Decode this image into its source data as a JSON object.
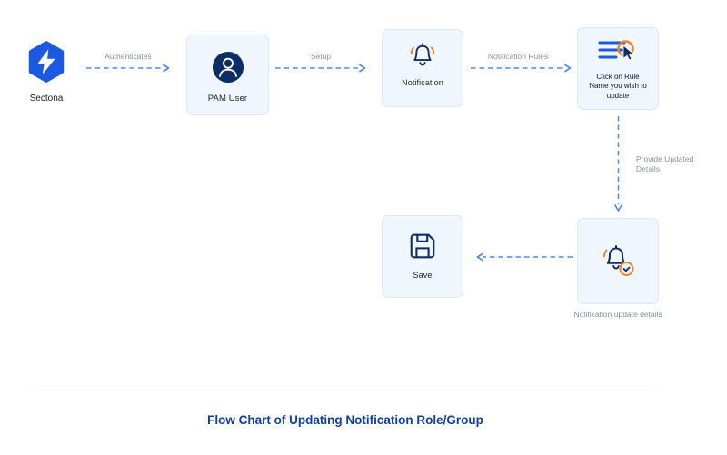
{
  "title": "Flow Chart of Updating Notification Role/Group",
  "logo": {
    "label": "Sectona"
  },
  "nodes": {
    "pam_user": "PAM User",
    "notification": "Notification",
    "click_rule": "Click on Rule Name you wish to update",
    "notification_update": "Notification update details",
    "save": "Save"
  },
  "edges": {
    "authenticates": "Authenticates",
    "setup": "Setup",
    "notification_rules": "Notification Rules",
    "provide_updated_details": "Provide Updated Details"
  },
  "colors": {
    "brand_blue": "#1b59e0",
    "navy": "#0d2d66",
    "orange": "#f5821f",
    "arrow_blue": "#4d8ce8",
    "node_background": "#f0f6fd",
    "node_border": "#dce8f8",
    "title_blue": "#0b3ea8",
    "label_gray": "#8b9099"
  }
}
